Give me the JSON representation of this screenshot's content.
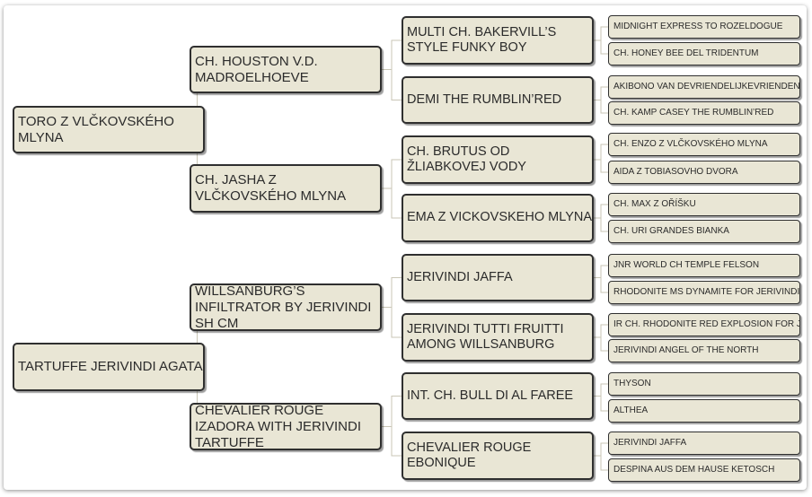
{
  "pedigree": {
    "parents": [
      "TORO Z VLČKOVSKÉHO MLYNA",
      "TARTUFFE JERIVINDI AGATA"
    ],
    "grandparents": [
      "CH. HOUSTON V.D.  MADROELHOEVE",
      "CH. JASHA Z VLČKOVSKÉHO MLYNA",
      "WILLSANBURG’S INFILTRATOR BY JERIVINDI Sh CM",
      "CHEVALIER ROUGE IZADORA WITH JERIVINDI TARTUFFE"
    ],
    "great_grandparents": [
      "MULTI CH. BAKERVILL’S STYLE FUNKY BOY",
      "DEMI THE RUMBLIN’RED",
      "CH. BRUTUS OD ŽLIABKOVEJ VODY",
      "EMA Z VICKOVSKEHO MLYNA",
      "JERIVINDI JAFFA",
      "JERIVINDI TUTTI FRUITTI AMONG WILLSANBURG",
      "INT. CH. BULL DI AL FAREE",
      "CHEVALIER ROUGE EBONIQUE"
    ],
    "great_great_grandparents": [
      "MIDNIGHT EXPRESS TO ROZELDOGUE",
      "CH. HONEY BEE DEL TRIDENTUM",
      "AKIBONO VAN DEVRIENDELIJKEVRIENDEN",
      "CH. KAMP CASEY THE RUMBLIN’RED",
      "CH. ENZO Z VLČKOVSKÉHO MLYNA",
      "AIDA Z TOBIASOVHO DVORA",
      "CH. MAX Z OŘÍŠKU",
      "CH. URI GRANDES BIANKA",
      "JNR WORLD CH TEMPLE FELSON",
      "RHODONITE MS DYNAMITE FOR JERIVINDI",
      "IR CH. RHODONITE RED EXPLOSION FOR JERIVINDI",
      "JERIVINDI ANGEL OF THE NORTH",
      "THYSON",
      "ALTHEA",
      "JERIVINDI JAFFA",
      "DESPINA AUS DEM HAUSE KETOSCH"
    ]
  }
}
